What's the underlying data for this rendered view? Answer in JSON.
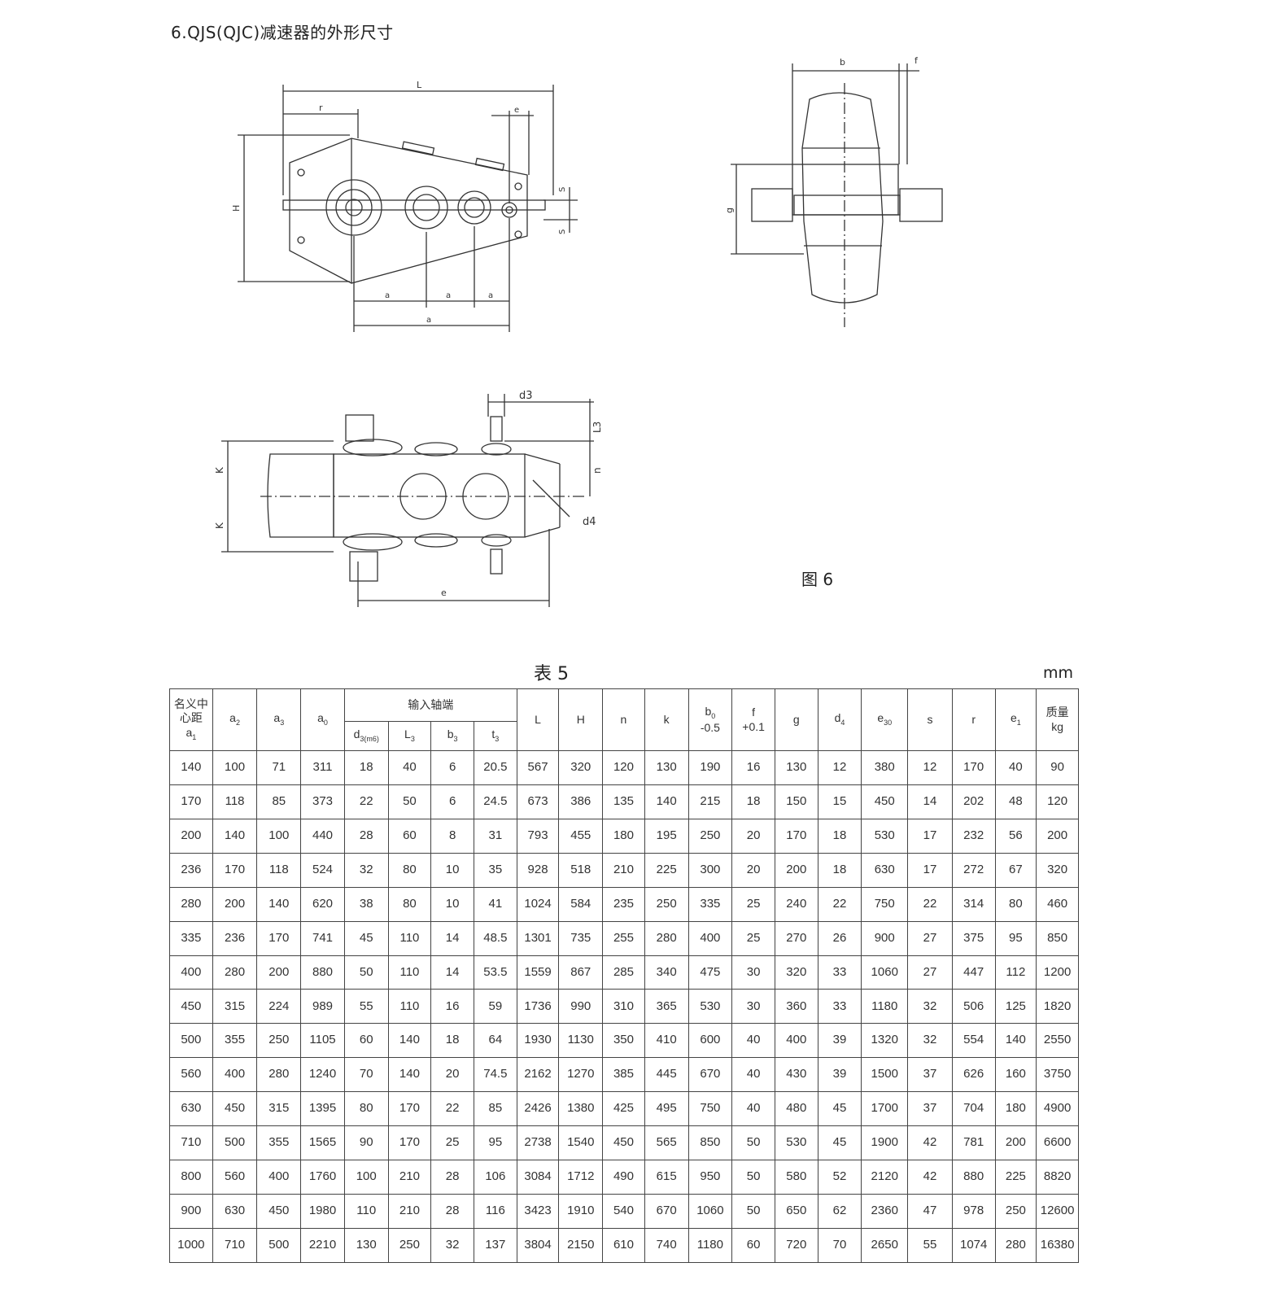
{
  "section_title": "6.QJS(QJC)减速器的外形尺寸",
  "figure": {
    "caption": "图 6",
    "front_labels": {
      "L": "L",
      "r": "r",
      "e1": "e",
      "H": "H",
      "s_top": "S",
      "s_bottom": "S",
      "a1": "a",
      "a2": "a",
      "a3": "a",
      "a0": "a"
    },
    "side_labels": {
      "b0": "b",
      "f": "f",
      "g": "g"
    },
    "plan_labels": {
      "d3": "d3",
      "L3": "L3",
      "n": "n",
      "d4": "d4",
      "K_top": "K",
      "K_bottom": "K",
      "e30": "e"
    }
  },
  "table": {
    "caption": "表 5",
    "unit": "mm",
    "header": {
      "col_nominal": [
        "名义中",
        "心距",
        "a"
      ],
      "col_a2": "a",
      "col_a3": "a",
      "col_a0": "a",
      "group_input_shaft": "输入轴端",
      "col_d": "d",
      "col_L": "L",
      "col_b": "b",
      "col_t": "t",
      "col_Lfull": "L",
      "col_H": "H",
      "col_n": "n",
      "col_k": "k",
      "col_b0": [
        "b",
        "-0.5"
      ],
      "col_f": [
        "f",
        "+0.1"
      ],
      "col_g": "g",
      "col_d4": "d",
      "col_e30": "e",
      "col_s": "s",
      "col_r": "r",
      "col_e1": "e",
      "col_mass": [
        "质量",
        "kg"
      ]
    },
    "rows": [
      [
        "140",
        "100",
        "71",
        "311",
        "18",
        "40",
        "6",
        "20.5",
        "567",
        "320",
        "120",
        "130",
        "190",
        "16",
        "130",
        "12",
        "380",
        "12",
        "170",
        "40",
        "90"
      ],
      [
        "170",
        "118",
        "85",
        "373",
        "22",
        "50",
        "6",
        "24.5",
        "673",
        "386",
        "135",
        "140",
        "215",
        "18",
        "150",
        "15",
        "450",
        "14",
        "202",
        "48",
        "120"
      ],
      [
        "200",
        "140",
        "100",
        "440",
        "28",
        "60",
        "8",
        "31",
        "793",
        "455",
        "180",
        "195",
        "250",
        "20",
        "170",
        "18",
        "530",
        "17",
        "232",
        "56",
        "200"
      ],
      [
        "236",
        "170",
        "118",
        "524",
        "32",
        "80",
        "10",
        "35",
        "928",
        "518",
        "210",
        "225",
        "300",
        "20",
        "200",
        "18",
        "630",
        "17",
        "272",
        "67",
        "320"
      ],
      [
        "280",
        "200",
        "140",
        "620",
        "38",
        "80",
        "10",
        "41",
        "1024",
        "584",
        "235",
        "250",
        "335",
        "25",
        "240",
        "22",
        "750",
        "22",
        "314",
        "80",
        "460"
      ],
      [
        "335",
        "236",
        "170",
        "741",
        "45",
        "110",
        "14",
        "48.5",
        "1301",
        "735",
        "255",
        "280",
        "400",
        "25",
        "270",
        "26",
        "900",
        "27",
        "375",
        "95",
        "850"
      ],
      [
        "400",
        "280",
        "200",
        "880",
        "50",
        "110",
        "14",
        "53.5",
        "1559",
        "867",
        "285",
        "340",
        "475",
        "30",
        "320",
        "33",
        "1060",
        "27",
        "447",
        "112",
        "1200"
      ],
      [
        "450",
        "315",
        "224",
        "989",
        "55",
        "110",
        "16",
        "59",
        "1736",
        "990",
        "310",
        "365",
        "530",
        "30",
        "360",
        "33",
        "1180",
        "32",
        "506",
        "125",
        "1820"
      ],
      [
        "500",
        "355",
        "250",
        "1105",
        "60",
        "140",
        "18",
        "64",
        "1930",
        "1130",
        "350",
        "410",
        "600",
        "40",
        "400",
        "39",
        "1320",
        "32",
        "554",
        "140",
        "2550"
      ],
      [
        "560",
        "400",
        "280",
        "1240",
        "70",
        "140",
        "20",
        "74.5",
        "2162",
        "1270",
        "385",
        "445",
        "670",
        "40",
        "430",
        "39",
        "1500",
        "37",
        "626",
        "160",
        "3750"
      ],
      [
        "630",
        "450",
        "315",
        "1395",
        "80",
        "170",
        "22",
        "85",
        "2426",
        "1380",
        "425",
        "495",
        "750",
        "40",
        "480",
        "45",
        "1700",
        "37",
        "704",
        "180",
        "4900"
      ],
      [
        "710",
        "500",
        "355",
        "1565",
        "90",
        "170",
        "25",
        "95",
        "2738",
        "1540",
        "450",
        "565",
        "850",
        "50",
        "530",
        "45",
        "1900",
        "42",
        "781",
        "200",
        "6600"
      ],
      [
        "800",
        "560",
        "400",
        "1760",
        "100",
        "210",
        "28",
        "106",
        "3084",
        "1712",
        "490",
        "615",
        "950",
        "50",
        "580",
        "52",
        "2120",
        "42",
        "880",
        "225",
        "8820"
      ],
      [
        "900",
        "630",
        "450",
        "1980",
        "110",
        "210",
        "28",
        "116",
        "3423",
        "1910",
        "540",
        "670",
        "1060",
        "50",
        "650",
        "62",
        "2360",
        "47",
        "978",
        "250",
        "12600"
      ],
      [
        "1000",
        "710",
        "500",
        "2210",
        "130",
        "250",
        "32",
        "137",
        "3804",
        "2150",
        "610",
        "740",
        "1180",
        "60",
        "720",
        "70",
        "2650",
        "55",
        "1074",
        "280",
        "16380"
      ]
    ]
  }
}
